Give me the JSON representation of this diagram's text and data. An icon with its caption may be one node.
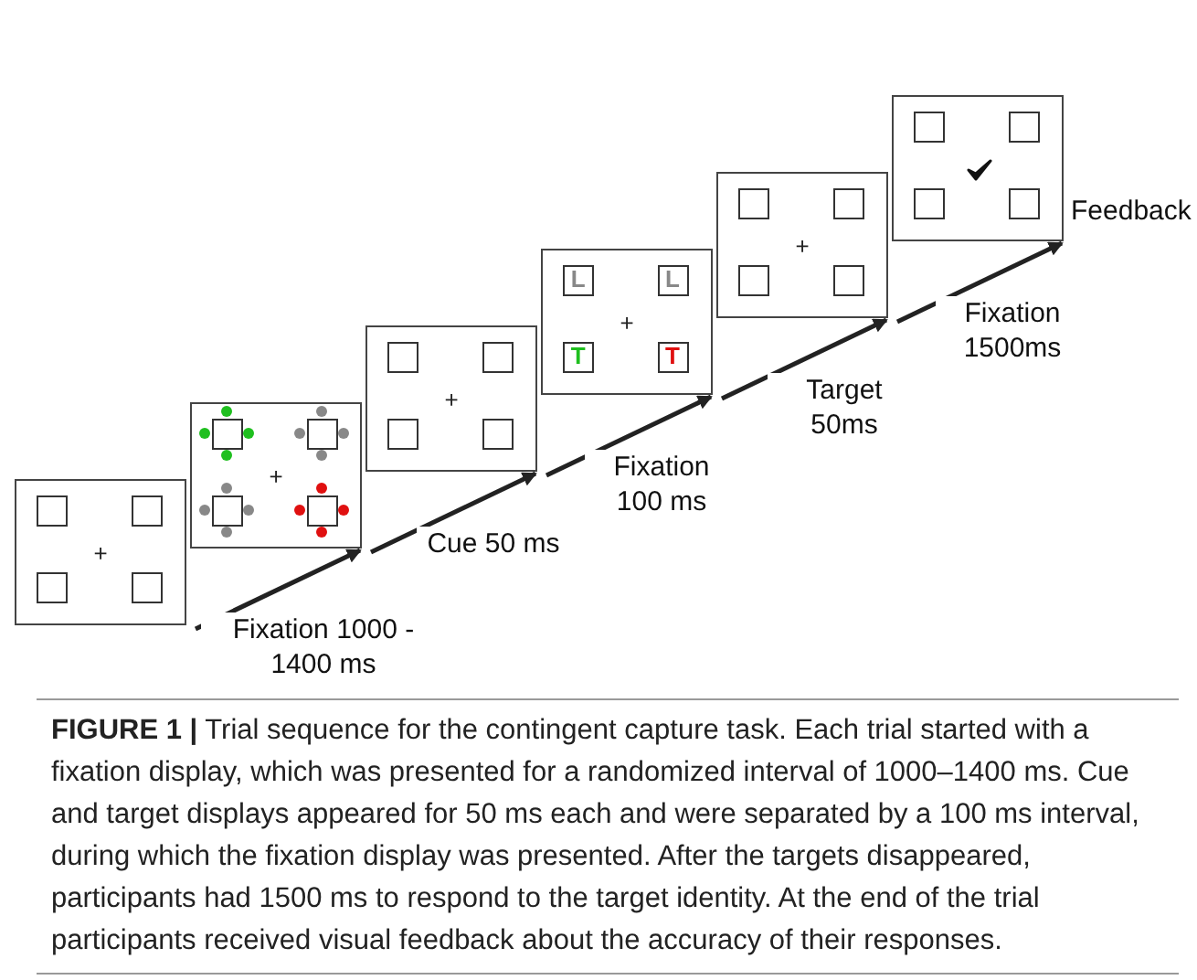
{
  "diagram": {
    "caption": "**FIGURE 1 |** Trial sequence for the contingent capture task. Each trial started with a fixation display, which was presented for a randomized interval of 1000–1400 ms. Cue and target displays appeared for 50 ms each and were separated by a 100 ms interval, during which the fixation display was presented. After the targets disappeared, participants had 1500 ms to respond to the target identity. At the end of the trial participants received visual feedback about the accuracy of their responses.",
    "nodes": [
      {
        "text": [
          "+"
        ]
      },
      {
        "text": [
          "+"
        ]
      },
      {
        "text": [
          "+"
        ]
      },
      {
        "text": [
          "L",
          "L",
          "+",
          "T",
          "T"
        ]
      },
      {
        "text": [
          "+"
        ]
      },
      {
        "text": [],
        "shape": "box",
        "beside": [
          "Feedback"
        ]
      }
    ],
    "edges": [
      {
        "from": 0,
        "to": 1,
        "arrow": "to",
        "label": "Fixation 1000 - 1400 ms"
      },
      {
        "from": 1,
        "to": 2,
        "arrow": "to",
        "label": "Cue 50 ms"
      },
      {
        "from": 2,
        "to": 3,
        "arrow": "to",
        "label": "Fixation 100 ms"
      },
      {
        "from": 3,
        "to": 4,
        "arrow": "to",
        "label": "Target 50ms"
      },
      {
        "from": 4,
        "to": 5,
        "arrow": "to",
        "label": "Fixation 1500ms"
      }
    ]
  }
}
